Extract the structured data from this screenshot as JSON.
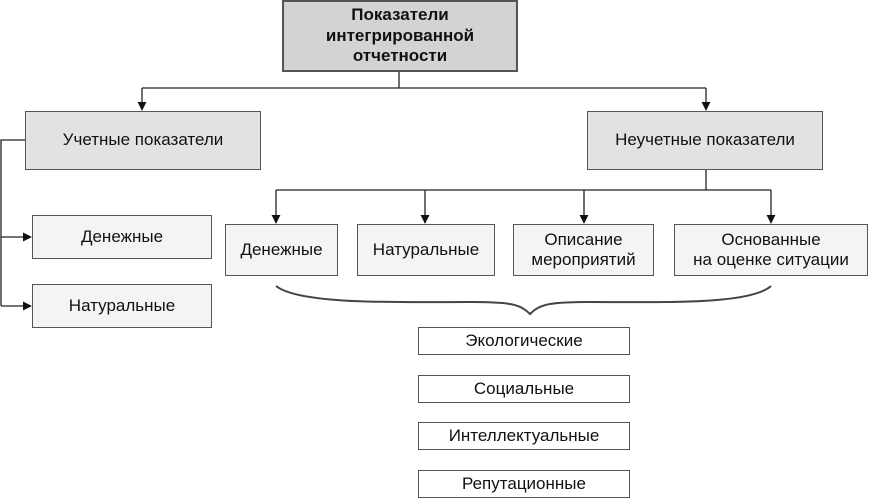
{
  "root": {
    "title_lines": [
      "Показатели",
      "интегрированной",
      "отчетности"
    ]
  },
  "branches": {
    "accounting": {
      "label": "Учетные показатели",
      "children": [
        "Денежные",
        "Натуральные"
      ]
    },
    "non_accounting": {
      "label": "Неучетные показатели",
      "children": [
        {
          "lines": [
            "Денежные"
          ]
        },
        {
          "lines": [
            "Натуральные"
          ]
        },
        {
          "lines": [
            "Описание",
            "мероприятий"
          ]
        },
        {
          "lines": [
            "Основанные",
            "на оценке ситуации"
          ]
        }
      ]
    }
  },
  "categories": [
    "Экологические",
    "Социальные",
    "Интеллектуальные",
    "Репутационные"
  ]
}
